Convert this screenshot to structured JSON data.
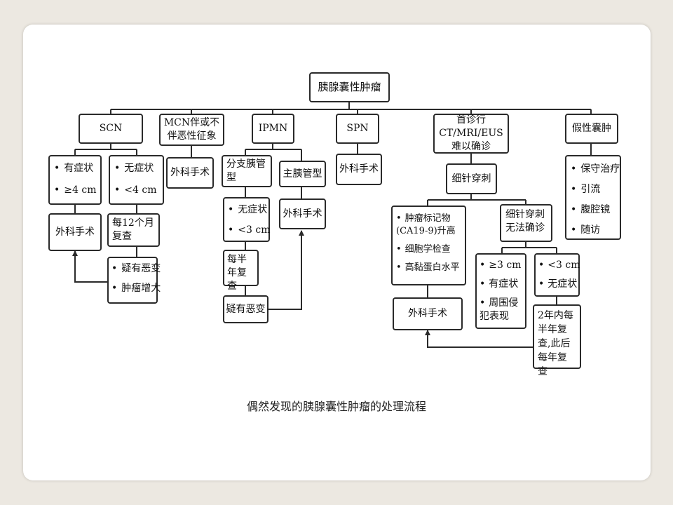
{
  "root": "胰腺囊性肿瘤",
  "categories": {
    "scn": "SCN",
    "mcn": "MCN伴或不伴恶性征象",
    "ipmn": "IPMN",
    "spn": "SPN",
    "ct": "首诊行CT/MRI/EUS难以确诊",
    "pseudo": "假性囊肿"
  },
  "scn": {
    "symptom": [
      "有症状",
      "≥4 cm"
    ],
    "surgery": "外科手术",
    "nosymptom": [
      "无症状",
      "<4 cm"
    ],
    "recheck": "每12个月复查",
    "malignant": [
      "疑有恶变",
      "肿瘤增大"
    ]
  },
  "mcn": {
    "surgery": "外科手术"
  },
  "ipmn": {
    "branch": "分支胰管型",
    "main": "主胰管型",
    "main_surgery": "外科手术",
    "branch_criteria": [
      "无症状",
      "<3 cm"
    ],
    "half_year": "每半年复查",
    "suspect": "疑有恶变"
  },
  "spn": {
    "surgery": "外科手术"
  },
  "ct": {
    "fna": "细针穿刺",
    "markers": [
      "肿瘤标记物(CA19-9)升高",
      "细胞学检查",
      "高黏蛋白水平"
    ],
    "fna_unclear": "细针穿刺无法确诊",
    "large": [
      "≥3 cm",
      "有症状",
      "周围侵犯表现"
    ],
    "small": [
      "<3 cm",
      "无症状"
    ],
    "followup": "2年内每半年复查,此后每年复查",
    "surgery": "外科手术"
  },
  "pseudo": {
    "items": [
      "保守治疗",
      "引流",
      "腹腔镜",
      "随访"
    ]
  },
  "caption": "偶然发现的胰腺囊性肿瘤的处理流程"
}
